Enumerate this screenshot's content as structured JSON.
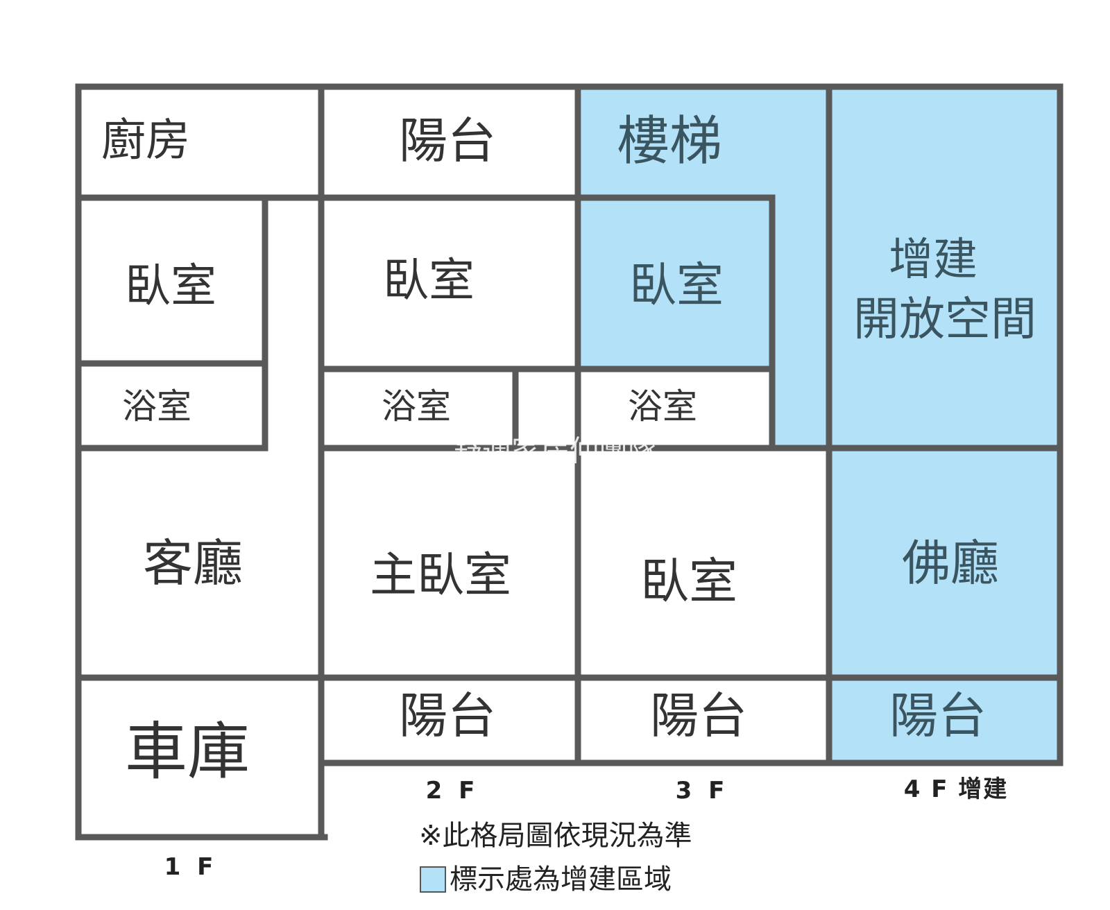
{
  "colors": {
    "addition_fill": "#b3e1f7",
    "wall": "#555555",
    "background": "#ffffff"
  },
  "floors": {
    "f1": "1 F",
    "f2": "2 F",
    "f3": "3 F",
    "f4": "4 F 增建"
  },
  "rooms": {
    "f1_kitchen": "廚房",
    "f1_bedroom": "臥室",
    "f1_bathroom": "浴室",
    "f1_living_room": "客廳",
    "f1_garage": "車庫",
    "f2_balcony_top": "陽台",
    "f2_bedroom": "臥室",
    "f2_bathroom": "浴室",
    "f2_master_bedroom": "主臥室",
    "f2_balcony_bottom": "陽台",
    "f3_stairs": "樓梯",
    "f3_bedroom_top": "臥室",
    "f3_bathroom": "浴室",
    "f3_bedroom_bottom": "臥室",
    "f3_balcony": "陽台",
    "f4_open_space_line1": "增建",
    "f4_open_space_line2": "開放空間",
    "f4_shrine_hall": "佛廳",
    "f4_balcony": "陽台"
  },
  "notes": {
    "disclaimer": "※此格局圖依現況為準",
    "legend_addition": "標示處為增建區域"
  },
  "watermark": "舒適家房仲團隊"
}
